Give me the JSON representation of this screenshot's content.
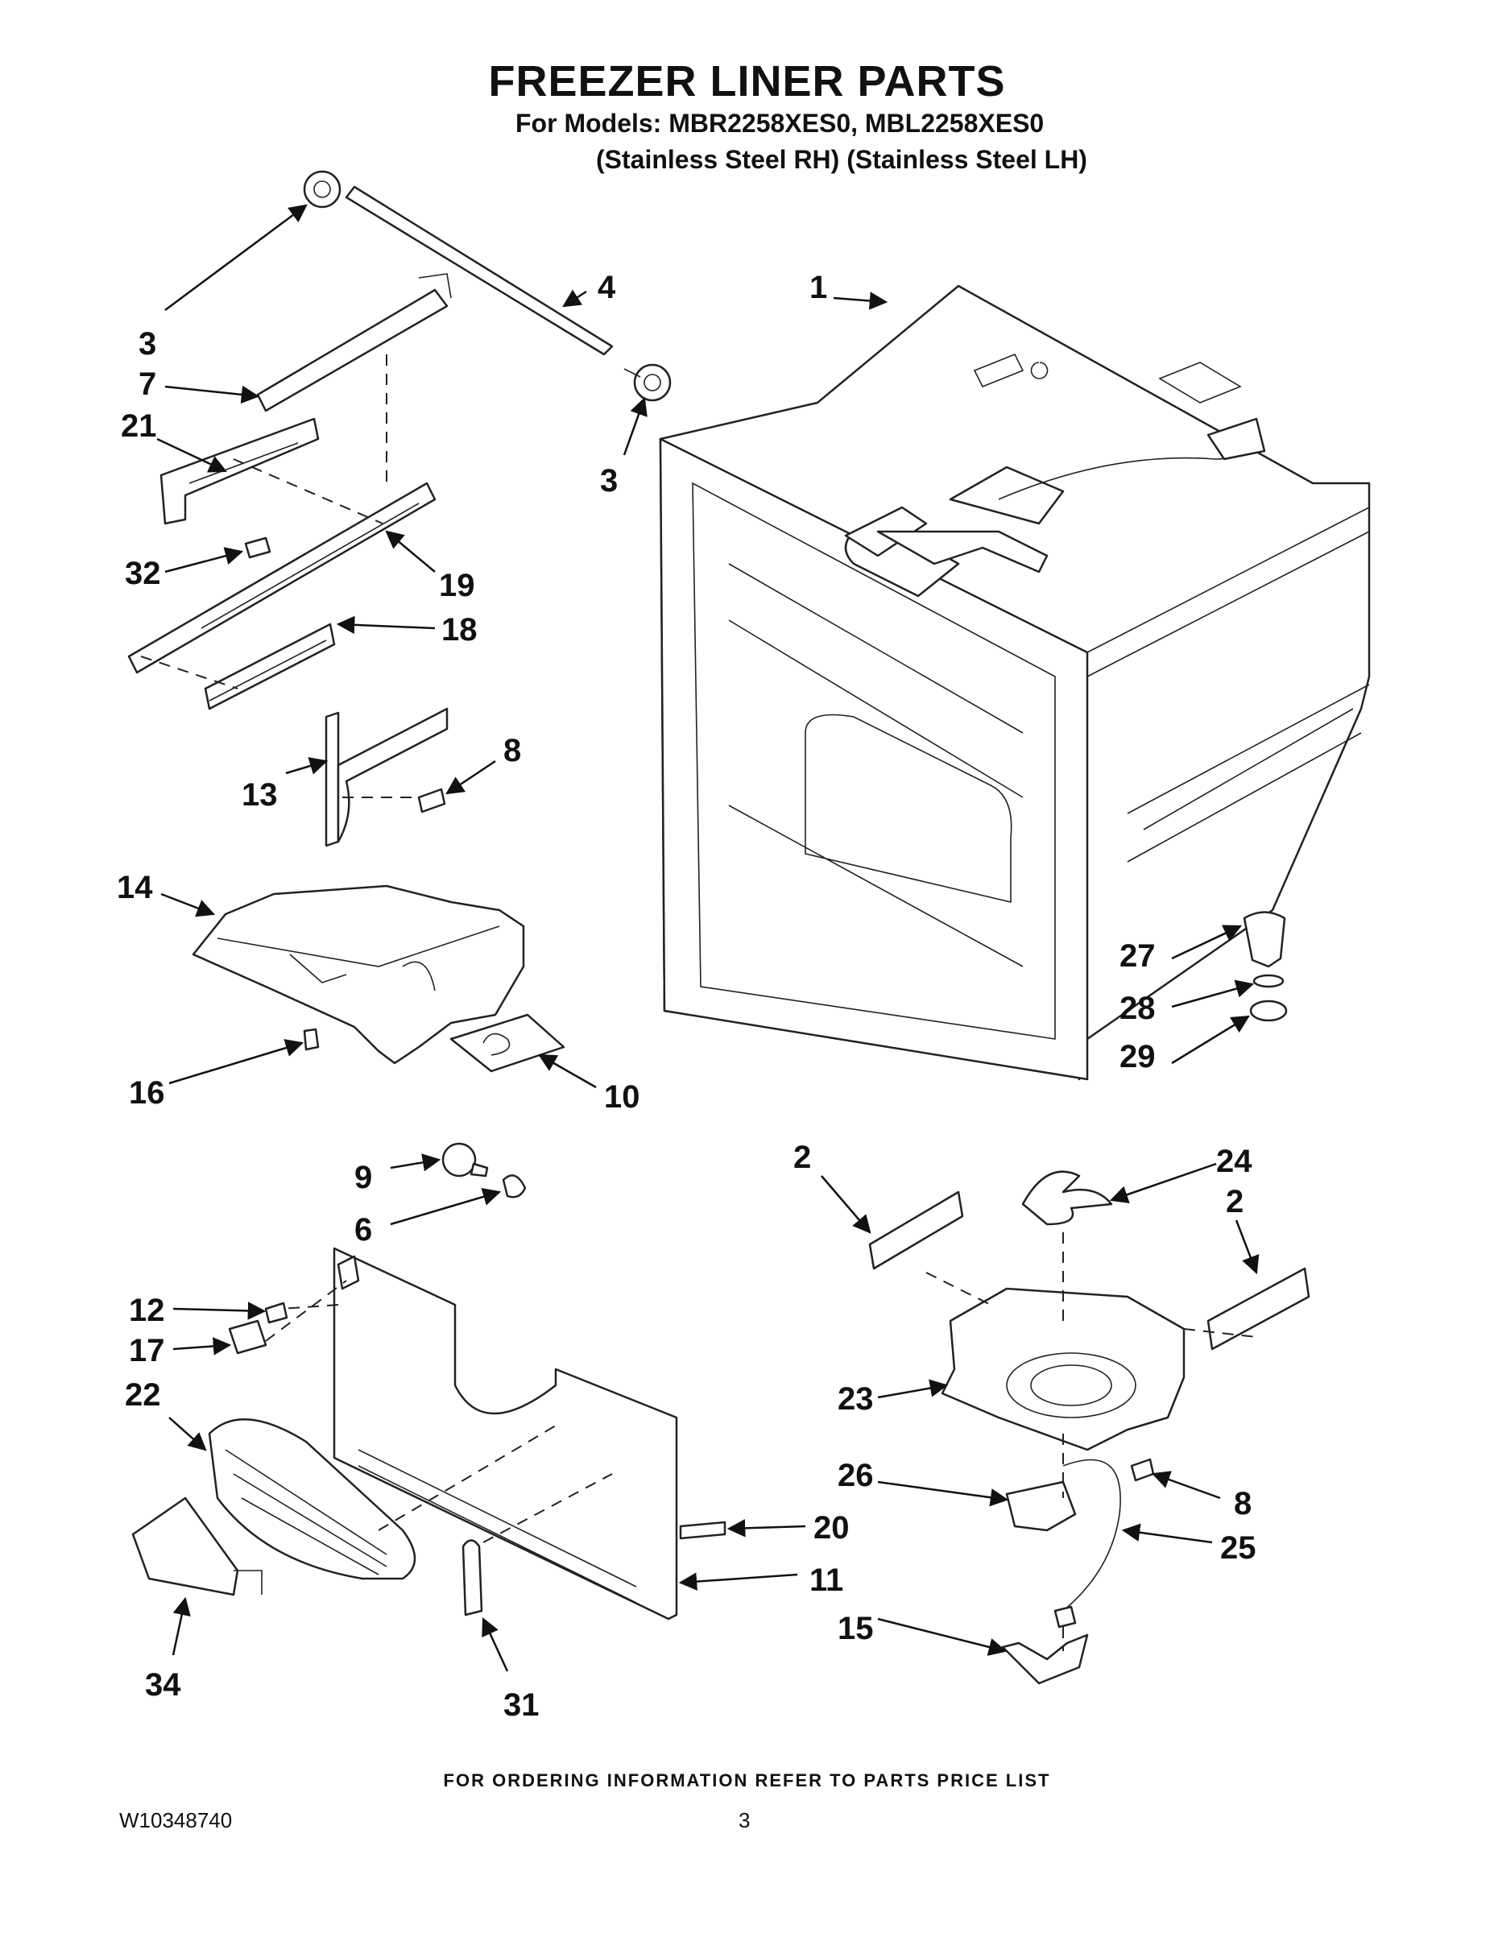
{
  "title": "FREEZER LINER PARTS",
  "subtitle_models": "For Models: MBR2258XES0, MBL2258XES0",
  "subtitle_finish": "(Stainless Steel RH) (Stainless Steel LH)",
  "footer_note": "FOR ORDERING INFORMATION REFER TO PARTS PRICE LIST",
  "doc_number": "W10348740",
  "page_number": "3",
  "callouts": {
    "c1": "1",
    "c2a": "2",
    "c2b": "2",
    "c3a": "3",
    "c3b": "3",
    "c4": "4",
    "c6": "6",
    "c7": "7",
    "c8a": "8",
    "c8b": "8",
    "c9": "9",
    "c10": "10",
    "c11": "11",
    "c12": "12",
    "c13": "13",
    "c14": "14",
    "c15": "15",
    "c16": "16",
    "c17": "17",
    "c18": "18",
    "c19": "19",
    "c20": "20",
    "c21": "21",
    "c22": "22",
    "c23": "23",
    "c24": "24",
    "c25": "25",
    "c26": "26",
    "c27": "27",
    "c28": "28",
    "c29": "29",
    "c31": "31",
    "c32": "32",
    "c34": "34"
  },
  "marker_color": "#111111"
}
